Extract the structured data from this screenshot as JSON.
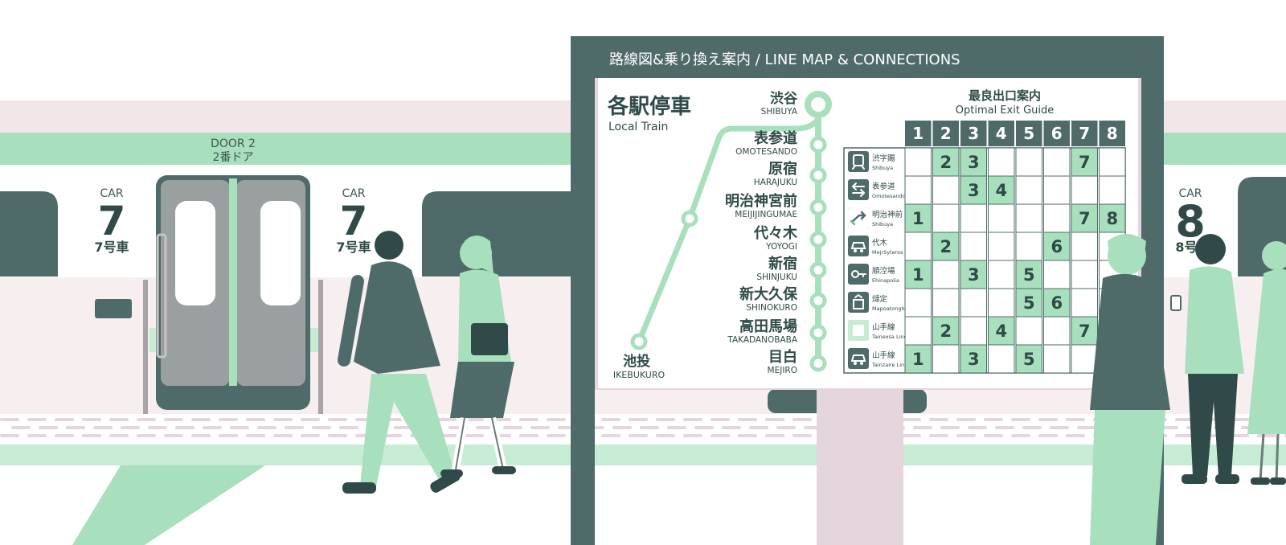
{
  "colors": {
    "dark": "#4f6b69",
    "green": "#a8dfbd",
    "light_green": "#c6ecd4",
    "pink": "#f3e6e9",
    "pole": "#e4d6dc",
    "white": "#ffffff"
  },
  "train": {
    "door_label_en": "DOOR 2",
    "door_label_jp": "2番ドア",
    "car_left": {
      "en": "CAR",
      "number": "7",
      "jp": "7号車"
    },
    "car_mid": {
      "en": "CAR",
      "number": "7",
      "jp": "7号車"
    },
    "car_right": {
      "en": "CAR",
      "number": "8",
      "jp": "8号"
    }
  },
  "sign": {
    "header": "路線図&乗り換え案内 / LINE MAP & CONNECTIONS",
    "service_jp": "各駅停車",
    "service_en": "Local Train",
    "terminal_jp": "池投",
    "terminal_en": "IKEBUKURO",
    "stations": [
      {
        "jp": "渋谷",
        "en": "SHIBUYA"
      },
      {
        "jp": "表参道",
        "en": "OMOTESANDO"
      },
      {
        "jp": "原宿",
        "en": "HARAJUKU"
      },
      {
        "jp": "明治神宮前",
        "en": "MEIJIJINGUMAE"
      },
      {
        "jp": "代々木",
        "en": "YOYOGI"
      },
      {
        "jp": "新宿",
        "en": "SHINJUKU"
      },
      {
        "jp": "新大久保",
        "en": "SHINOKURO"
      },
      {
        "jp": "高田馬場",
        "en": "TAKADANOBABA"
      },
      {
        "jp": "目白",
        "en": "MEJIRO"
      }
    ],
    "exit_guide_jp": "最良出口案内",
    "exit_guide_en": "Optimal Exit Guide",
    "columns": [
      "1",
      "2",
      "3",
      "4",
      "5",
      "6",
      "7",
      "8"
    ],
    "rows": [
      {
        "icon": "train-icon",
        "jp": "渋字賜",
        "en": "Shibuya",
        "cells": [
          0,
          2,
          3,
          0,
          0,
          0,
          7,
          0
        ]
      },
      {
        "icon": "arrows-icon",
        "jp": "表参道",
        "en": "Omotesando",
        "cells": [
          0,
          0,
          3,
          4,
          0,
          0,
          0,
          0
        ]
      },
      {
        "icon": "transfer-icon",
        "jp": "明治神前",
        "en": "Shibuya",
        "cells": [
          1,
          0,
          0,
          0,
          0,
          0,
          7,
          8
        ]
      },
      {
        "icon": "car-icon",
        "jp": "代木",
        "en": "MejrSyteros",
        "cells": [
          0,
          2,
          0,
          0,
          0,
          6,
          0,
          0
        ]
      },
      {
        "icon": "key-icon",
        "jp": "順涳場",
        "en": "Ehinapolia",
        "cells": [
          1,
          0,
          3,
          0,
          5,
          0,
          0,
          0
        ]
      },
      {
        "icon": "building-icon",
        "jp": "燵定",
        "en": "Mapoatongh",
        "cells": [
          0,
          0,
          0,
          0,
          5,
          6,
          0,
          0
        ]
      },
      {
        "icon": "square-icon",
        "jp": "山手線",
        "en": "Tainexsa Line",
        "cells": [
          0,
          2,
          0,
          4,
          0,
          0,
          7,
          0
        ]
      },
      {
        "icon": "car-icon",
        "jp": "山手線",
        "en": "Tainzaire Line",
        "cells": [
          1,
          0,
          3,
          0,
          5,
          0,
          0,
          0
        ]
      }
    ]
  }
}
